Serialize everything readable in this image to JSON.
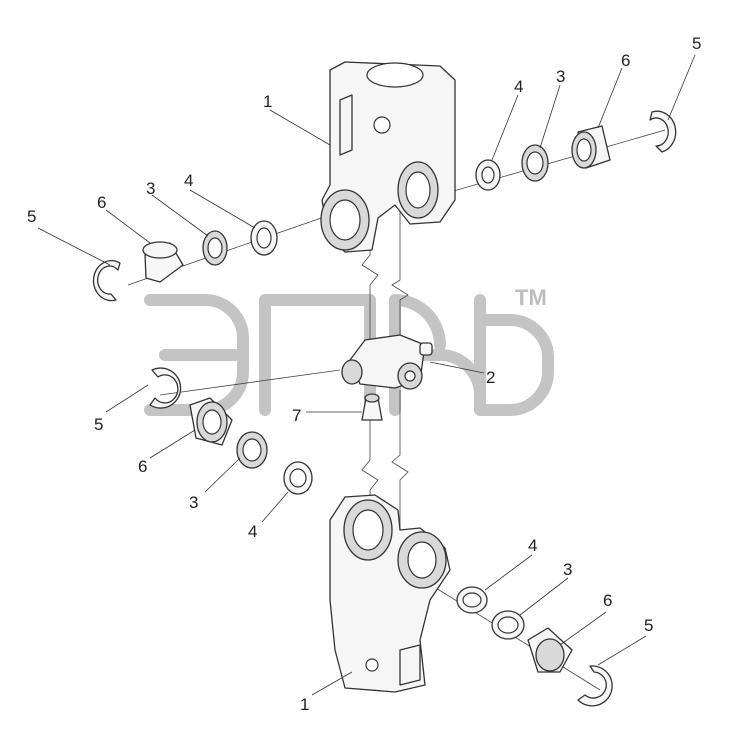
{
  "diagram": {
    "callouts": {
      "yoke_top": "1",
      "yoke_bottom": "1",
      "cross": "2",
      "grease_fitting": "7",
      "top_right_washer": "4",
      "top_right_seal": "3",
      "top_right_bearing": "6",
      "top_right_circlip": "5",
      "top_left_washer": "4",
      "top_left_seal": "3",
      "top_left_bearing": "6",
      "top_left_circlip": "5",
      "mid_left_circlip": "5",
      "mid_left_bearing": "6",
      "mid_left_seal": "3",
      "mid_left_washer": "4",
      "bottom_right_washer": "4",
      "bottom_right_seal": "3",
      "bottom_right_bearing": "6",
      "bottom_right_circlip": "5"
    },
    "watermark": {
      "trademark": "TM"
    }
  }
}
